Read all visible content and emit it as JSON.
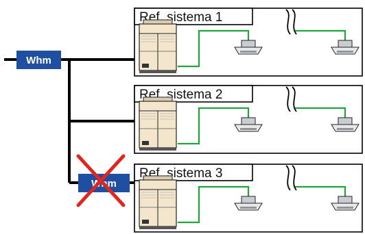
{
  "meters": [
    {
      "label": "Whm",
      "crossed_out": false
    },
    {
      "label": "Whm",
      "crossed_out": true
    }
  ],
  "systems": [
    {
      "label": "Ref. sistema 1"
    },
    {
      "label": "Ref. sistema 2"
    },
    {
      "label": "Ref. sistema 3"
    }
  ],
  "colors": {
    "power_line": "#000000",
    "refrigerant_pipe": "#1fa33a",
    "meter_fill": "#1e4fa0",
    "cross": "#e0261f",
    "outdoor_unit": "#f3e6cc",
    "indoor_unit": "#c9ccd0"
  },
  "icons": {
    "outdoor": "outdoor-unit-icon",
    "indoor": "indoor-cassette-icon",
    "break": "pipe-break-icon"
  }
}
